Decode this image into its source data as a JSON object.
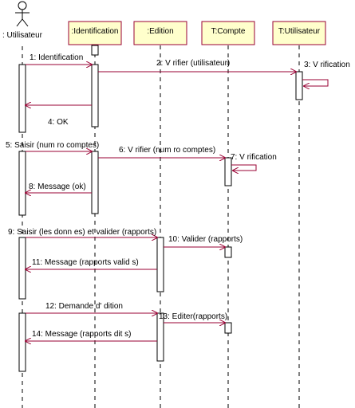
{
  "colors": {
    "object_fill": "#ffffcc",
    "object_border": "#990033",
    "message_line": "#990033",
    "lifeline": "#000000",
    "activation_fill": "#ffffff"
  },
  "participants": [
    {
      "id": "utilisateur",
      "label": ": Utilisateur",
      "kind": "actor"
    },
    {
      "id": "identification",
      "label": ":Identification",
      "kind": "object"
    },
    {
      "id": "edition",
      "label": ":Edition",
      "kind": "object"
    },
    {
      "id": "compte",
      "label": "T:Compte",
      "kind": "object"
    },
    {
      "id": "t_utilisateur",
      "label": "T:Utilisateur",
      "kind": "object"
    }
  ],
  "messages": [
    {
      "label": "1: Identification",
      "from": "utilisateur",
      "to": "identification"
    },
    {
      "label": "2: V   rifier (utilisateur)",
      "from": "identification",
      "to": "t_utilisateur"
    },
    {
      "label": "3: V   rification",
      "from": "t_utilisateur",
      "to": "t_utilisateur"
    },
    {
      "label": "4: OK",
      "from": "identification",
      "to": "utilisateur"
    },
    {
      "label": "5: Saisir (num   ro comptes)",
      "from": "utilisateur",
      "to": "identification"
    },
    {
      "label": "6: V   rifier (num   ro comptes)",
      "from": "identification",
      "to": "compte"
    },
    {
      "label": "7: V   rification",
      "from": "compte",
      "to": "compte"
    },
    {
      "label": "8: Message (ok)",
      "from": "identification",
      "to": "utilisateur"
    },
    {
      "label": "9: Saisir (les donn   es) et valider (rapports)",
      "from": "utilisateur",
      "to": "edition"
    },
    {
      "label": "10: Valider (rapports)",
      "from": "edition",
      "to": "compte"
    },
    {
      "label": "11: Message (rapports valid   s)",
      "from": "edition",
      "to": "utilisateur"
    },
    {
      "label": "12: Demande d'   dition",
      "from": "utilisateur",
      "to": "edition"
    },
    {
      "label": "13: Editer(rapports)",
      "from": "edition",
      "to": "compte"
    },
    {
      "label": "14: Message (rapports    dit   s)",
      "from": "edition",
      "to": "utilisateur"
    }
  ]
}
